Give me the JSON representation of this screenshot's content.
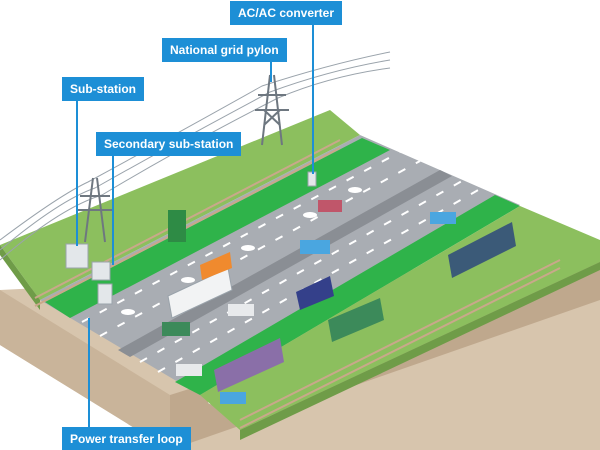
{
  "callouts": {
    "acac_converter": "AC/AC converter",
    "national_grid_pylon": "National grid pylon",
    "sub_station": "Sub-station",
    "secondary_sub_station": "Secondary sub-station",
    "power_transfer_loop": "Power transfer loop"
  },
  "colors": {
    "callout_blue": "#1d8fd6",
    "grass": "#8cbf5e",
    "road": "#a9adb3",
    "charging_lane": "#2fb34a",
    "earth": "#c9b49a"
  },
  "icons": {
    "pylon": "pylon-icon",
    "substation": "substation-icon",
    "charging_pad": "charging-pad-icon"
  }
}
